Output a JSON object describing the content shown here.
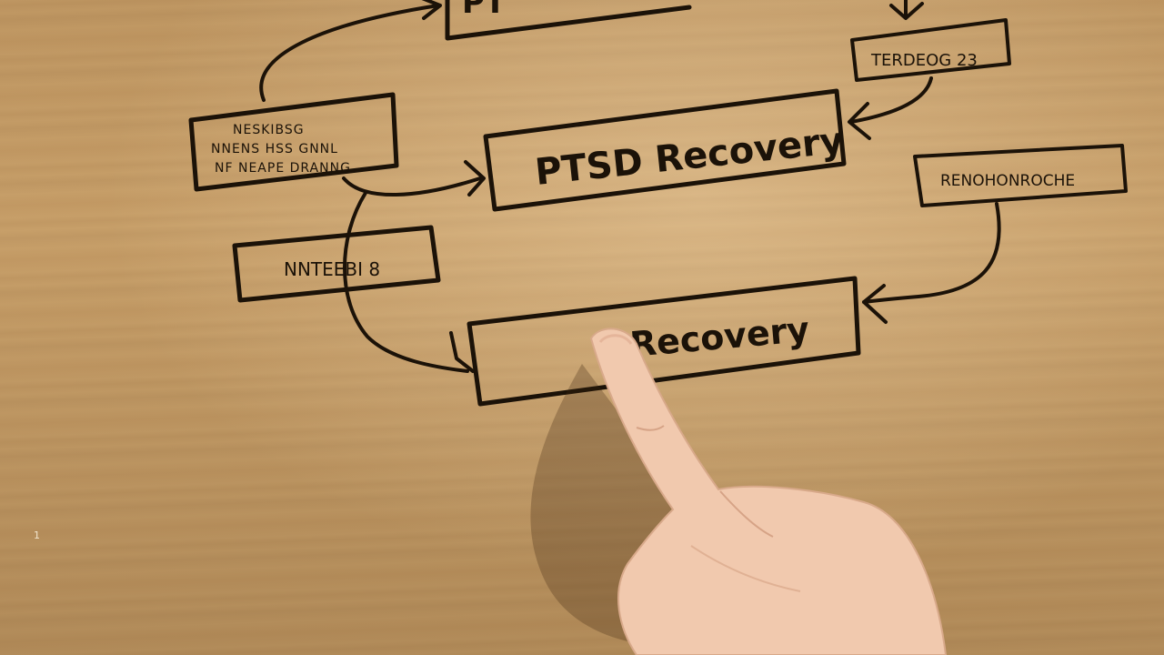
{
  "boxes": {
    "top_center": {
      "label": "PT"
    },
    "top_right": {
      "label": "TERDEOG 23"
    },
    "left_notes": {
      "lines": [
        "NESKIBSG",
        "NNENS HSS GNNL",
        "NF NEAPE DRANNG"
      ]
    },
    "ptsd": {
      "label": "PTSD Recovery"
    },
    "right_middle": {
      "label": "RENOHONROCHE"
    },
    "left_lower": {
      "label": "NNTEEBI 8"
    },
    "recovery": {
      "label": "Recovery"
    }
  },
  "corner_mark": "1",
  "colors": {
    "ink": "#1b1208",
    "wood": "#c79f69",
    "skin": "#f1c9ae"
  }
}
